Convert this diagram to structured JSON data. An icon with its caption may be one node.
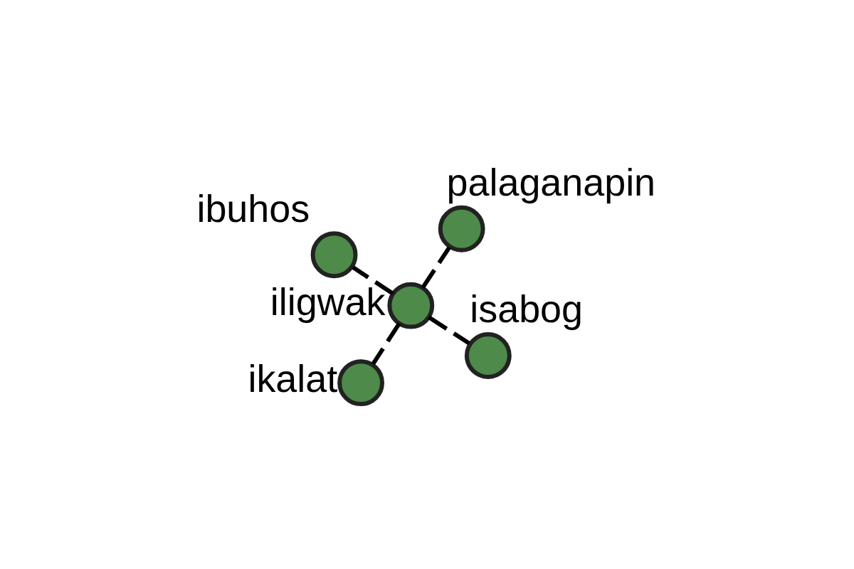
{
  "diagram": {
    "nodes": [
      {
        "text": [],
        "shape": "circle",
        "beside": [
          "iligwak"
        ]
      },
      {
        "text": [],
        "shape": "circle",
        "beside": [
          "isabog"
        ]
      },
      {
        "text": [],
        "shape": "circle",
        "beside": [
          "ikalat"
        ]
      },
      {
        "text": [],
        "shape": "circle",
        "beside": [
          "ibuhos"
        ]
      },
      {
        "text": [],
        "shape": "circle",
        "beside": [
          "palaganapin"
        ]
      }
    ],
    "edges": [
      {
        "from": 0,
        "to": 1,
        "arrow": "none",
        "style": "dashed"
      },
      {
        "from": 0,
        "to": 2,
        "arrow": "none",
        "style": "dashed"
      },
      {
        "from": 0,
        "to": 3,
        "arrow": "none",
        "style": "dashed"
      },
      {
        "from": 0,
        "to": 4,
        "arrow": "none",
        "style": "dashed"
      }
    ]
  }
}
